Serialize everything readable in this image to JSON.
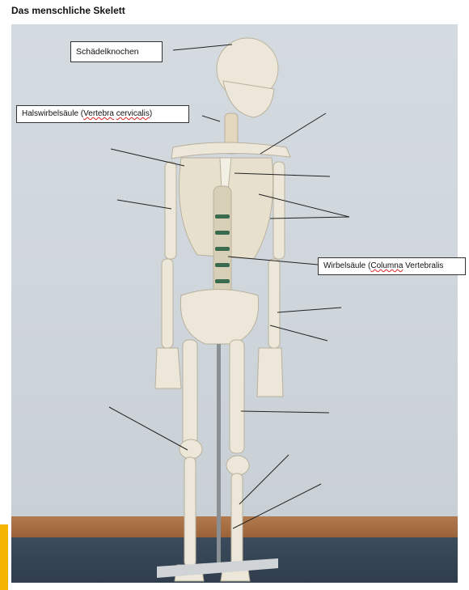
{
  "title": "Das menschliche Skelett",
  "labels": {
    "skull": "Schädelknochen",
    "cervical_prefix": "Halswirbelsäule (",
    "cervical_latin_1": "Vertebra",
    "cervical_space": " ",
    "cervical_latin_2": "cervicalis",
    "cervical_suffix": ")",
    "spine_prefix": "Wirbelsäule (",
    "spine_latin_1": "Columna",
    "spine_rest": " Vertebralis"
  },
  "colors": {
    "accent_tab": "#f5b400",
    "spell_underline": "#d22222"
  }
}
